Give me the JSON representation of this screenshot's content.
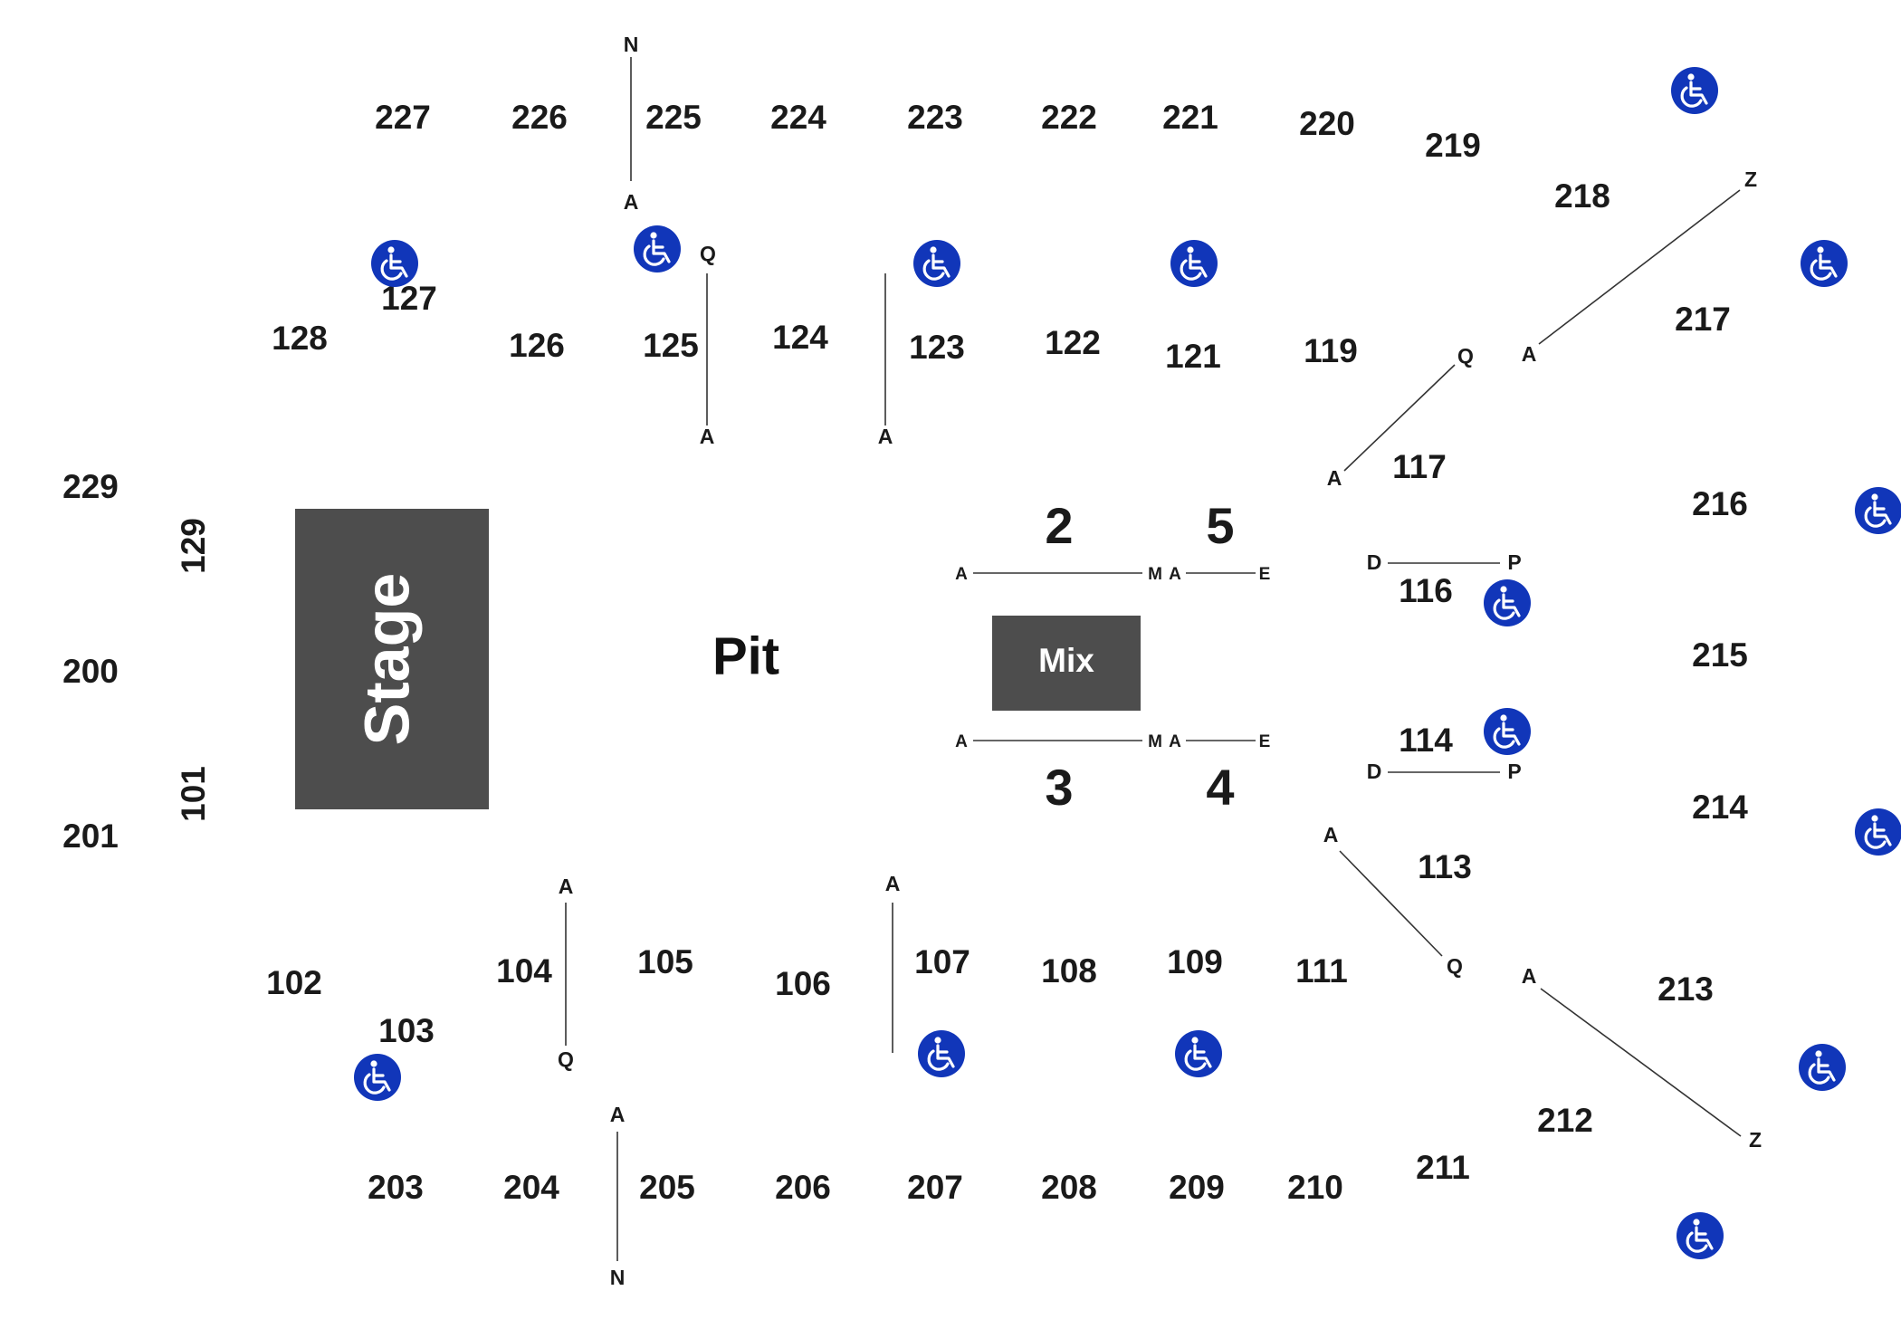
{
  "colors": {
    "background": "#ffffff",
    "stage": "#4d4d4d",
    "mix": "#4d4d4d",
    "text": "#1a1a1a",
    "accessible_icon": "#1136b9"
  },
  "icons": {
    "accessible": "wheelchair-accessible-icon"
  },
  "stage_label": "Stage",
  "mix_label": "Mix",
  "pit_label": "Pit",
  "sections": {
    "s227": "227",
    "s226": "226",
    "s225": "225",
    "s224": "224",
    "s223": "223",
    "s222": "222",
    "s221": "221",
    "s220": "220",
    "s219": "219",
    "s218": "218",
    "s217": "217",
    "s216": "216",
    "s215": "215",
    "s214": "214",
    "s213": "213",
    "s212": "212",
    "s211": "211",
    "s210": "210",
    "s209": "209",
    "s208": "208",
    "s207": "207",
    "s206": "206",
    "s205": "205",
    "s204": "204",
    "s203": "203",
    "s229": "229",
    "s200": "200",
    "s201": "201",
    "s129": "129",
    "s101": "101",
    "s128": "128",
    "s127": "127",
    "s126": "126",
    "s125": "125",
    "s124": "124",
    "s123": "123",
    "s122": "122",
    "s121": "121",
    "s119": "119",
    "s117": "117",
    "s116": "116",
    "s114": "114",
    "s113": "113",
    "s111": "111",
    "s109": "109",
    "s108": "108",
    "s107": "107",
    "s106": "106",
    "s105": "105",
    "s104": "104",
    "s103": "103",
    "s102": "102"
  },
  "floor_sections": {
    "f2": "2",
    "f3": "3",
    "f4": "4",
    "f5": "5"
  },
  "rows": {
    "n_top": "N",
    "a_top225": "A",
    "q_125": "Q",
    "a_125": "A",
    "a_123": "A",
    "z_218": "Z",
    "a_218": "A",
    "q_117": "Q",
    "a_117": "A",
    "d_116": "D",
    "p_116": "P",
    "d_114": "D",
    "p_114": "P",
    "a_113": "A",
    "q_113": "Q",
    "a_212": "A",
    "z_212": "Z",
    "a_104": "A",
    "q_104": "Q",
    "a_107": "A",
    "a_205": "A",
    "n_205": "N",
    "a_f2": "A",
    "m_f2": "M",
    "a_f5": "A",
    "e_f5": "E",
    "a_f3": "A",
    "m_f3": "M",
    "a_f4": "A",
    "e_f4": "E"
  }
}
